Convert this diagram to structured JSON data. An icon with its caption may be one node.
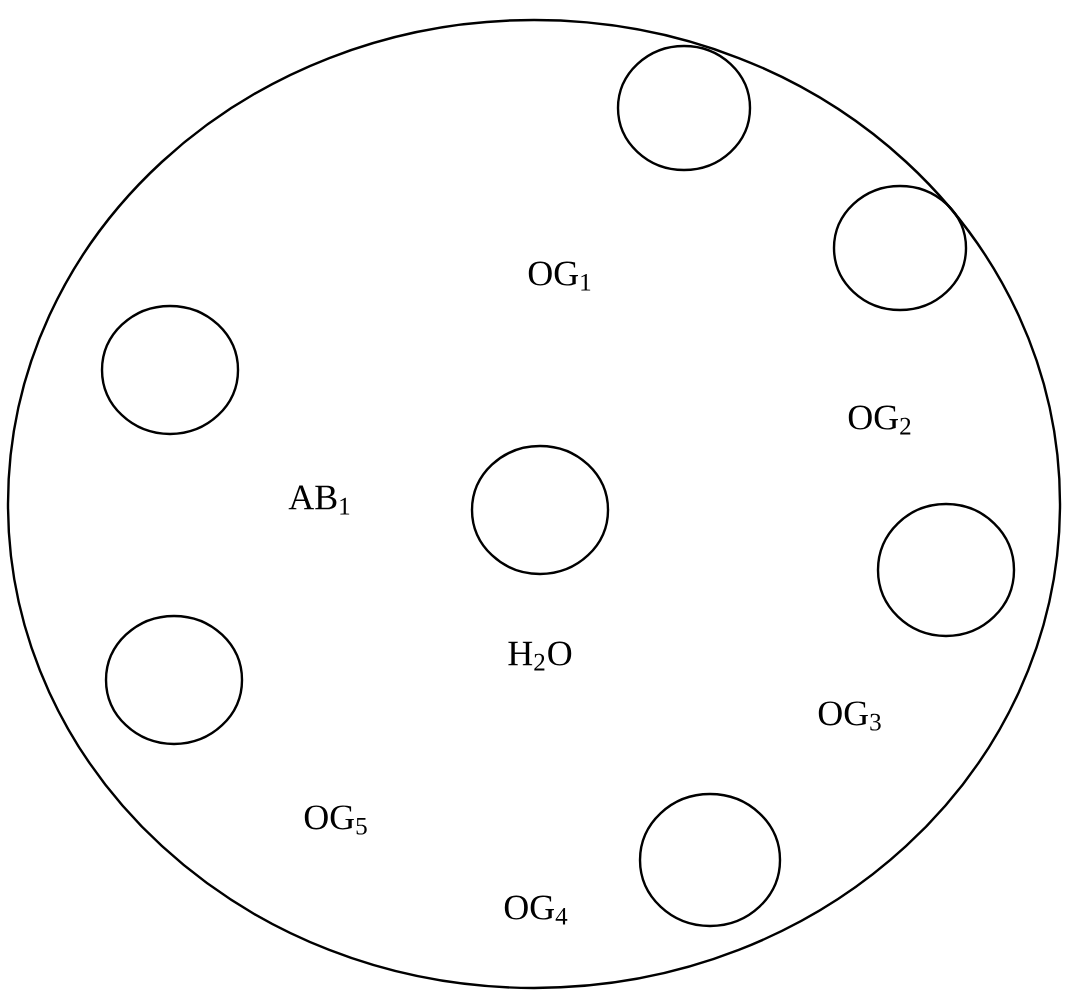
{
  "diagram": {
    "nodes": [
      {
        "text": [],
        "shape": "circle"
      },
      {
        "text": [],
        "shape": "circle",
        "in": 0,
        "beside": [
          "OG$_{1}$"
        ]
      },
      {
        "text": [],
        "shape": "circle",
        "in": 0,
        "beside": [
          "OG$_{2}$"
        ]
      },
      {
        "text": [],
        "shape": "circle",
        "in": 0,
        "beside": [
          "AB$_{1}$"
        ]
      },
      {
        "text": [],
        "shape": "circle",
        "in": 0,
        "beside": [
          "H$_{2}$O"
        ]
      },
      {
        "text": [],
        "shape": "circle",
        "in": 0,
        "beside": [
          "OG$_{3}$"
        ]
      },
      {
        "text": [],
        "shape": "circle",
        "in": 0,
        "beside": [
          "OG$_{5}$"
        ]
      },
      {
        "text": [],
        "shape": "circle",
        "in": 0,
        "beside": [
          "OG$_{4}$"
        ]
      }
    ]
  }
}
